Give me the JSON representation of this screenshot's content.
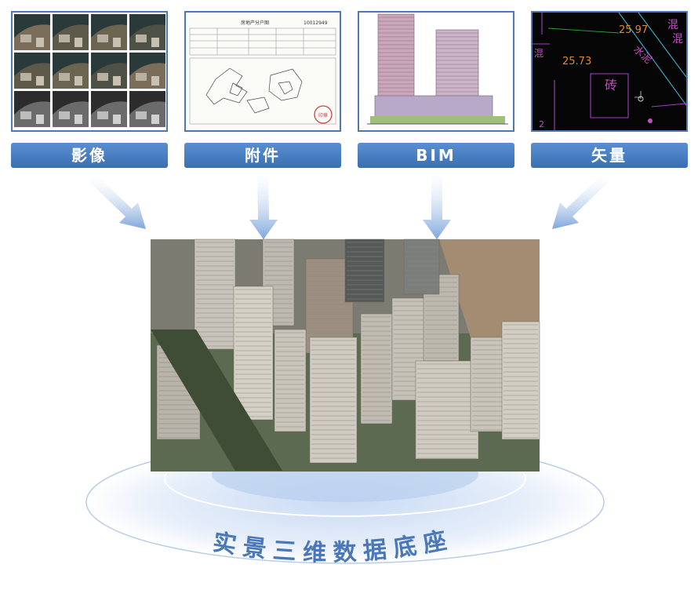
{
  "sources": [
    {
      "label": "影像",
      "icon": "satellite-imagery-grid-icon"
    },
    {
      "label": "附件",
      "icon": "document-drawing-icon"
    },
    {
      "label": "BIM",
      "icon": "bim-building-icon"
    },
    {
      "label": "矢量",
      "icon": "vector-map-icon"
    }
  ],
  "attachment_doc": {
    "title": "房地产分户图",
    "number": "10012949"
  },
  "vector_map": {
    "elev_1": "25.97",
    "elev_2": "25.73",
    "road_label": "水泥",
    "building_label": "砖",
    "corner_label_1": "混",
    "corner_label_2": "混",
    "left_label": "混",
    "small_num": "2"
  },
  "base": {
    "label": "实景三维数据底座"
  },
  "colors": {
    "accent": "#4d78b5",
    "arrow": "#8fb0e0",
    "ring": "#dce9f8"
  }
}
